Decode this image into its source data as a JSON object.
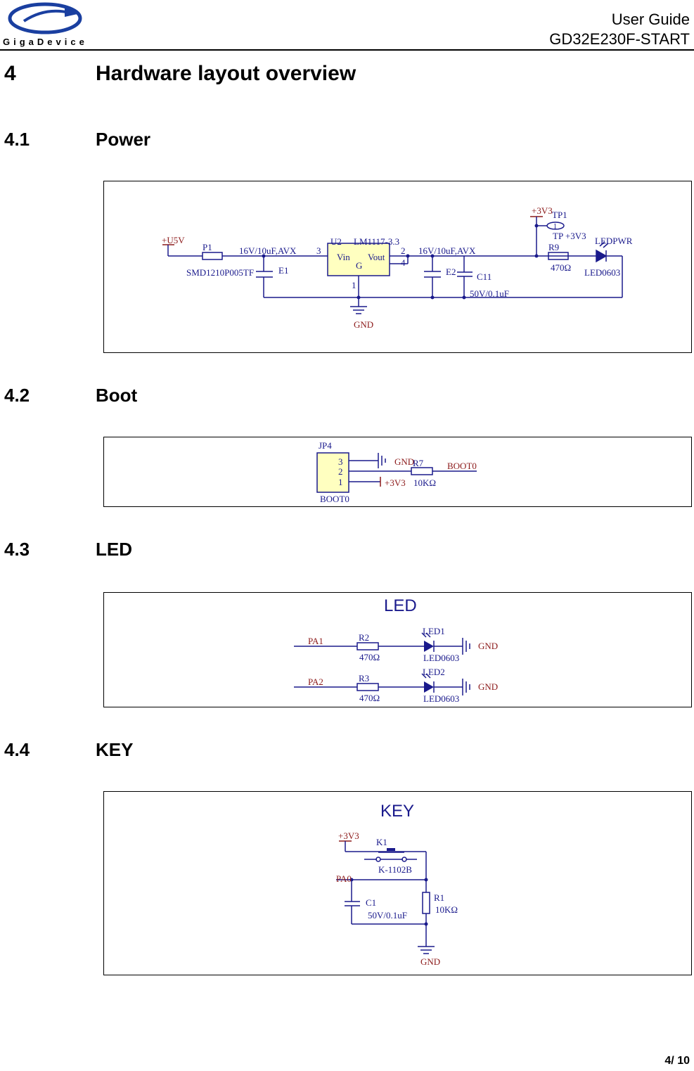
{
  "header": {
    "logo_text": "GigaDevice",
    "doc_type": "User Guide",
    "doc_name": "GD32E230F-START"
  },
  "section": {
    "number": "4",
    "title": "Hardware layout overview"
  },
  "subsections": [
    {
      "number": "4.1",
      "title": "Power"
    },
    {
      "number": "4.2",
      "title": "Boot"
    },
    {
      "number": "4.3",
      "title": "LED"
    },
    {
      "number": "4.4",
      "title": "KEY"
    }
  ],
  "power": {
    "vin_net": "+U5V",
    "fuse_ref": "P1",
    "fuse_part": "SMD1210P005TF",
    "cap_e1_value": "16V/10uF,AVX",
    "cap_e1_ref": "E1",
    "reg_ref": "U2",
    "reg_part": "LM1117-3.3",
    "pin3": "3",
    "pin2": "2",
    "pin4": "4",
    "pin1": "1",
    "vin_label": "Vin",
    "vout_label": "Vout",
    "gnd_pin_label": "G",
    "cap_e2_value": "16V/10uF,AVX",
    "cap_e2_ref": "E2",
    "cap_c11_ref": "C11",
    "cap_c11_value": "50V/0.1uF",
    "gnd": "GND",
    "v33_net": "+3V3",
    "tp_ref": "TP1",
    "tp_pin": "1",
    "tp_label": "TP +3V3",
    "r9_ref": "R9",
    "r9_value": "470Ω",
    "led_ref": "LEDPWR",
    "led_part": "LED0603"
  },
  "boot": {
    "jp_ref": "JP4",
    "pin3": "3",
    "pin2": "2",
    "pin1": "1",
    "jp_name": "BOOT0",
    "gnd": "GND",
    "v33": "+3V3",
    "r7_ref": "R7",
    "r7_value": "10KΩ",
    "net": "BOOT0"
  },
  "led": {
    "title": "LED",
    "pa1": "PA1",
    "r2_ref": "R2",
    "r2_value": "470Ω",
    "led1_ref": "LED1",
    "led1_part": "LED0603",
    "gnd1": "GND",
    "pa2": "PA2",
    "r3_ref": "R3",
    "r3_value": "470Ω",
    "led2_ref": "LED2",
    "led2_part": "LED0603",
    "gnd2": "GND"
  },
  "key": {
    "title": "KEY",
    "v33": "+3V3",
    "k1_ref": "K1",
    "k1_part": "K-1102B",
    "pa0": "PA0",
    "c1_ref": "C1",
    "c1_value": "50V/0.1uF",
    "r1_ref": "R1",
    "r1_value": "10KΩ",
    "gnd": "GND"
  },
  "footer": {
    "page": "4/ 10"
  }
}
